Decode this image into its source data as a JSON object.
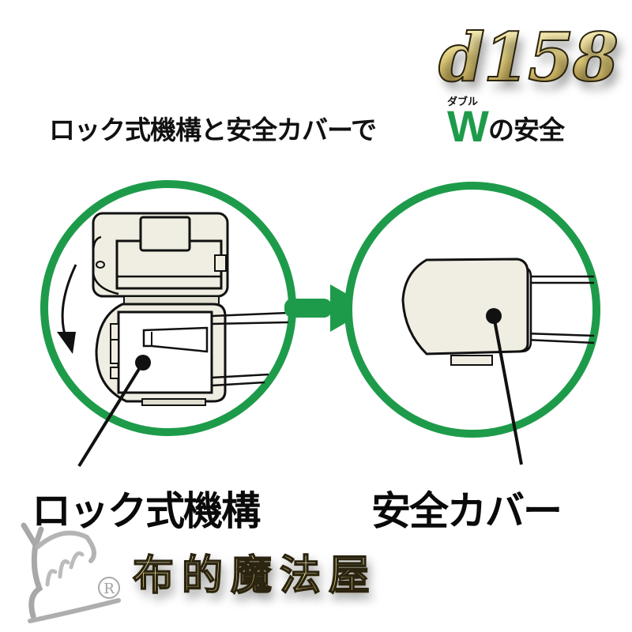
{
  "brand": {
    "code": "d158"
  },
  "headline": {
    "main": "ロック式機構と安全カバーで",
    "double_ruby": "ダブル",
    "double_letter": "W",
    "double_rest": "の安全"
  },
  "diagram": {
    "left_panel": {
      "label": "ロック式機構",
      "description": "open hinged plug housing with rotating arrow"
    },
    "right_panel": {
      "label": "安全カバー",
      "description": "closed safety cover"
    },
    "arrow_direction": "right"
  },
  "shop": {
    "name": "布的魔法屋",
    "registered_mark": "R"
  },
  "colors": {
    "accent_green": "#1e9b4a",
    "product_fill": "#f0eee2",
    "outline": "#111111",
    "gold": "#e3cf7a"
  },
  "icons": {
    "arrow": "right-arrow-icon",
    "rotate": "curved-arrow-icon",
    "logo": "house-logo-icon"
  }
}
